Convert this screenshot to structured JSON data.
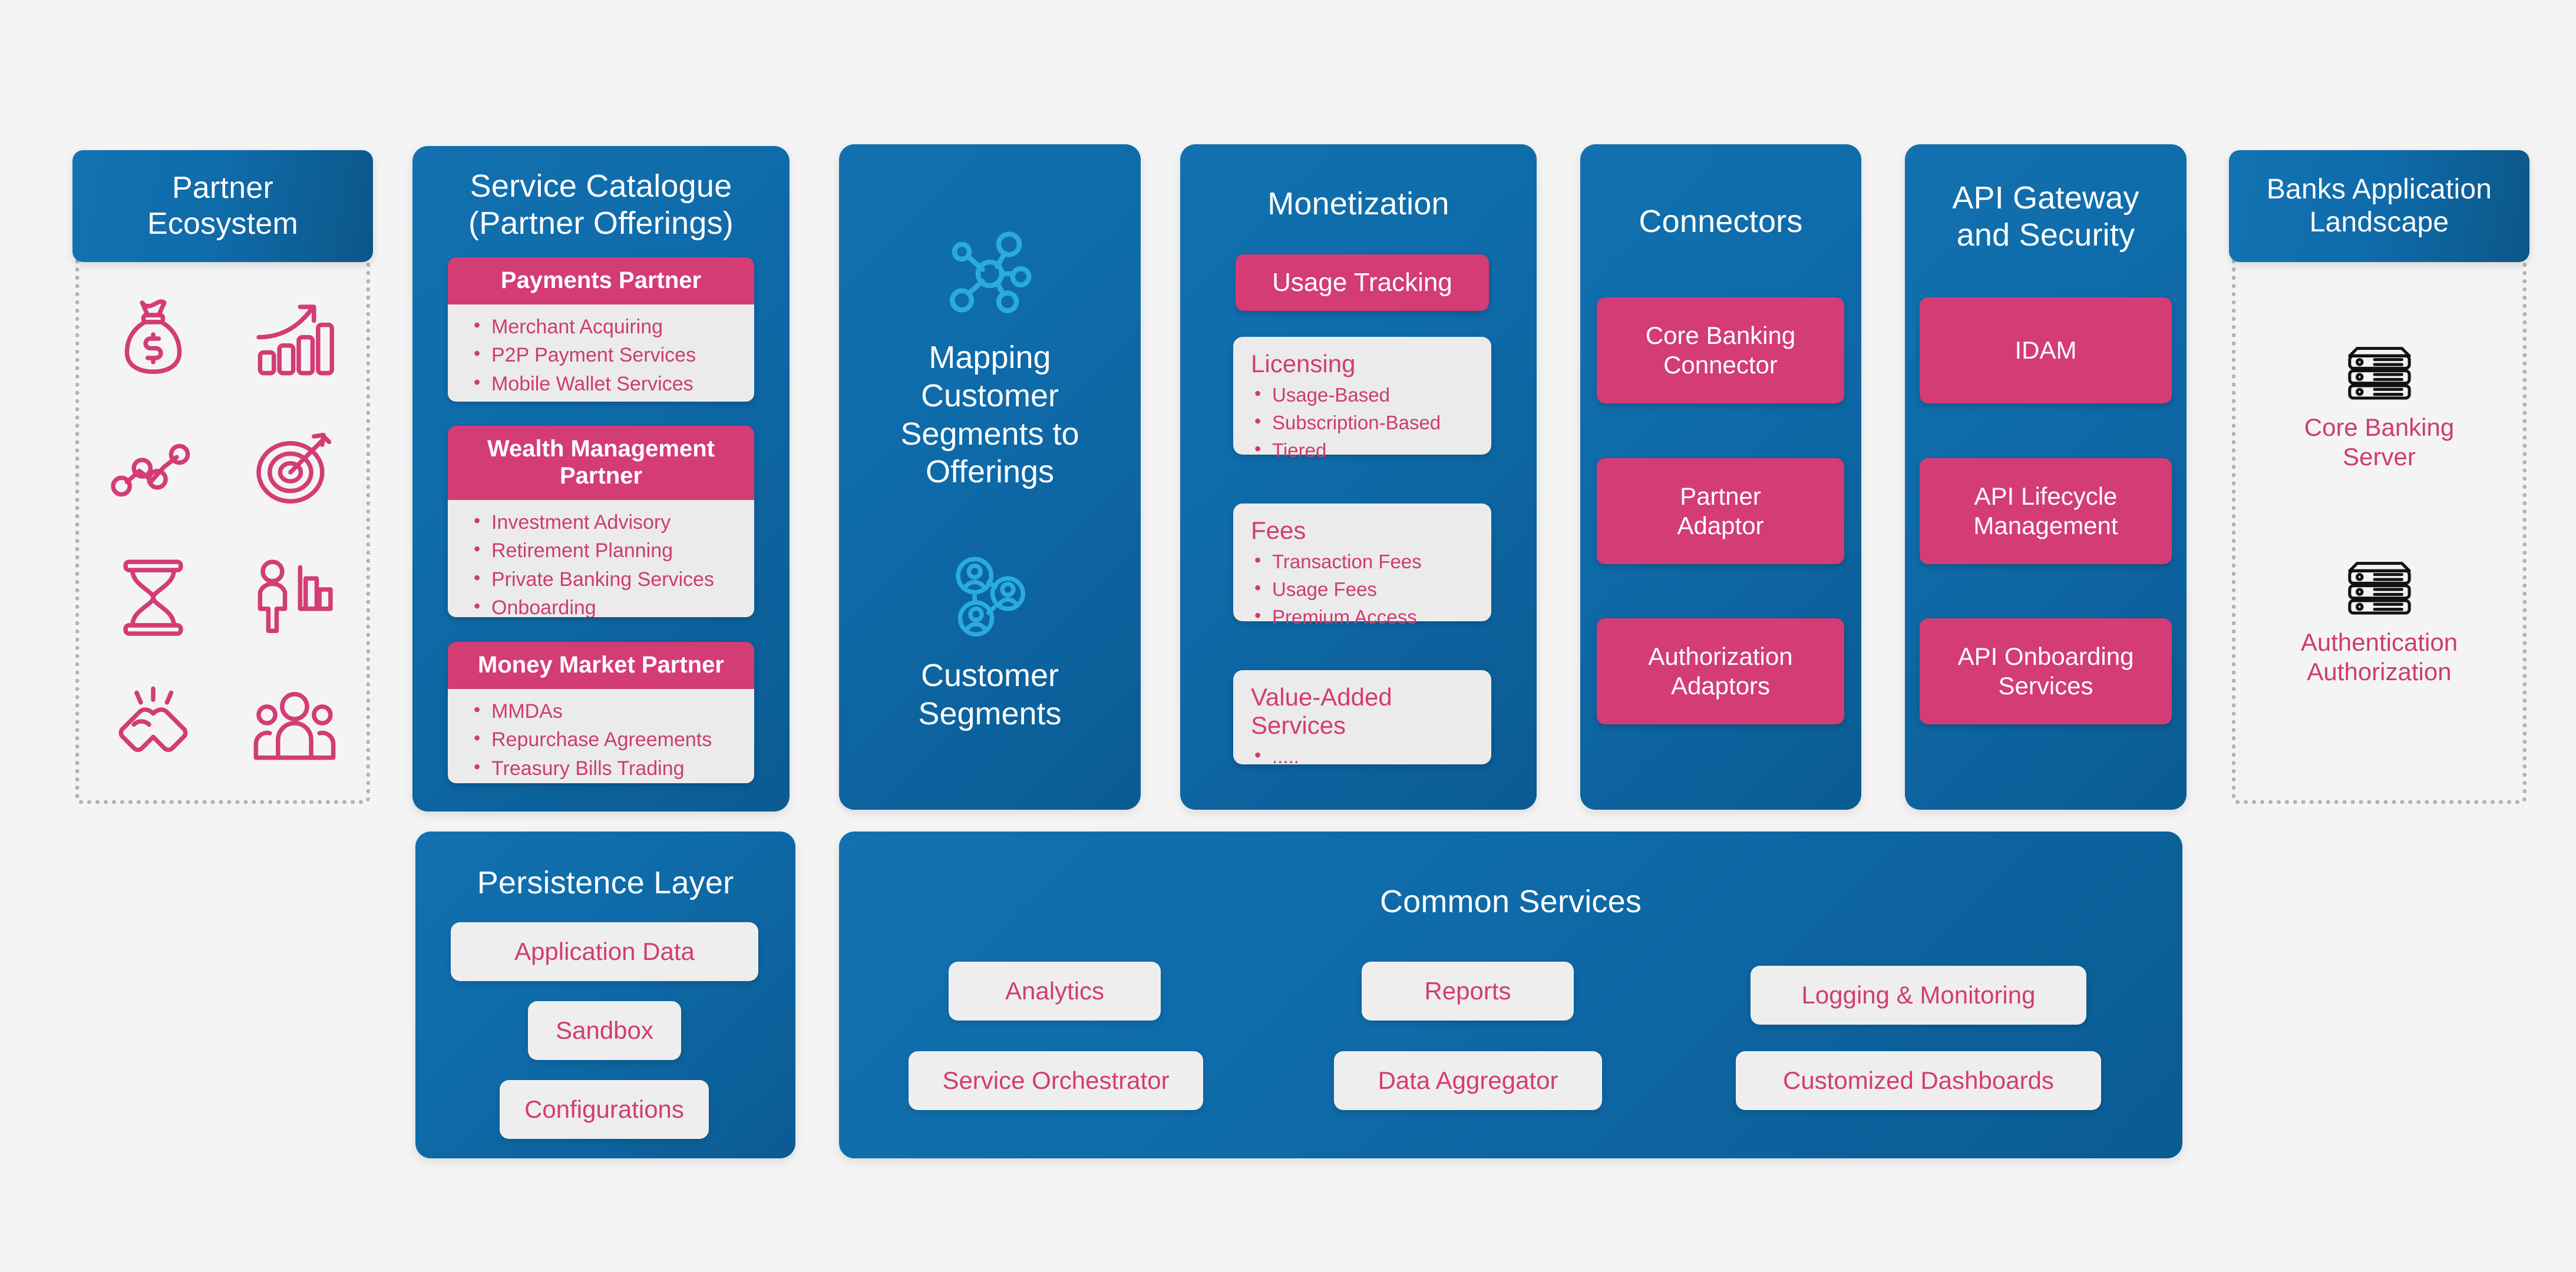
{
  "partner_ecosystem": {
    "title": "Partner\nEcosystem",
    "title_line1": "Partner",
    "title_line2": "Ecosystem",
    "icons": [
      "money-bag-icon",
      "growth-bar-chart-icon",
      "line-graph-icon",
      "target-bullseye-icon",
      "hourglass-icon",
      "person-chart-icon",
      "handshake-icon",
      "people-group-icon"
    ]
  },
  "service_catalogue": {
    "title_line1": "Service Catalogue",
    "title_line2": "(Partner Offerings)",
    "partners": [
      {
        "name": "Payments Partner",
        "items": [
          "Merchant Acquiring",
          "P2P Payment Services",
          "Mobile Wallet Services"
        ]
      },
      {
        "name": "Wealth Management Partner",
        "name_line1": "Wealth Management",
        "name_line2": "Partner",
        "items": [
          "Investment Advisory",
          "Retirement Planning",
          "Private Banking Services",
          "Onboarding"
        ]
      },
      {
        "name": "Money Market Partner",
        "items": [
          "MMDAs",
          "Repurchase Agreements",
          "Treasury Bills Trading"
        ]
      }
    ]
  },
  "mapping": {
    "top_label_line1": "Mapping",
    "top_label_line2": "Customer",
    "top_label_line3": "Segments to",
    "top_label_line4": "Offerings",
    "top_icon": "network-hub-icon",
    "bottom_label_line1": "Customer",
    "bottom_label_line2": "Segments",
    "bottom_icon": "connected-users-icon"
  },
  "monetization": {
    "title": "Monetization",
    "usage_tracking": "Usage Tracking",
    "groups": [
      {
        "heading": "Licensing",
        "items": [
          "Usage-Based",
          "Subscription-Based",
          "Tiered"
        ]
      },
      {
        "heading": "Fees",
        "items": [
          "Transaction Fees",
          "Usage Fees",
          "Premium Access"
        ]
      },
      {
        "heading": "Value-Added Services",
        "heading_line1": "Value-Added",
        "heading_line2": "Services",
        "items": [
          "....."
        ]
      }
    ]
  },
  "connectors": {
    "title": "Connectors",
    "items": [
      "Core Banking Connector",
      "Partner Adaptor",
      "Authorization Adaptors"
    ],
    "item_lines": [
      [
        "Core Banking",
        "Connector"
      ],
      [
        "Partner",
        "Adaptor"
      ],
      [
        "Authorization",
        "Adaptors"
      ]
    ]
  },
  "api_gateway": {
    "title_line1": "API Gateway",
    "title_line2": "and Security",
    "items": [
      "IDAM",
      "API Lifecycle Management",
      "API Onboarding Services"
    ],
    "item_lines": [
      [
        "IDAM"
      ],
      [
        "API Lifecycle",
        "Management"
      ],
      [
        "API Onboarding",
        "Services"
      ]
    ]
  },
  "banks_landscape": {
    "title_line1": "Banks Application",
    "title_line2": "Landscape",
    "items": [
      {
        "icon": "server-stack-icon",
        "label_line1": "Core Banking",
        "label_line2": "Server"
      },
      {
        "icon": "server-stack-icon",
        "label_line1": "Authentication",
        "label_line2": "Authorization"
      }
    ]
  },
  "persistence_layer": {
    "title": "Persistence Layer",
    "items": [
      "Application Data",
      "Sandbox",
      "Configurations"
    ]
  },
  "common_services": {
    "title": "Common Services",
    "items": [
      "Analytics",
      "Reports",
      "Logging & Monitoring",
      "Service Orchestrator",
      "Data Aggregator",
      "Customized Dashboards"
    ]
  },
  "colors": {
    "blue": "#0E6AA8",
    "pink": "#D33C74",
    "pink_text": "#CE3C6F",
    "light_card": "#ebebeb",
    "background": "#f4f4f4",
    "cyan_icon": "#29ABE2",
    "dotted_border": "#b3b3b3"
  }
}
